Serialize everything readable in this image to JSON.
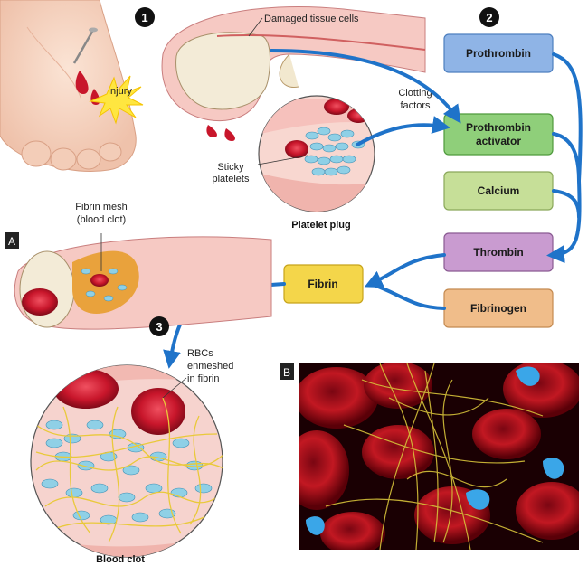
{
  "steps": {
    "one": "1",
    "two": "2",
    "three": "3"
  },
  "panels": {
    "a": "A",
    "b": "B"
  },
  "labels": {
    "damaged": "Damaged tissue cells",
    "injury": "Injury",
    "clotting_1": "Clotting",
    "clotting_2": "factors",
    "sticky_1": "Sticky",
    "sticky_2": "platelets",
    "platelet_plug": "Platelet plug",
    "fibrin_mesh_1": "Fibrin mesh",
    "fibrin_mesh_2": "(blood clot)",
    "rbcs_1": "RBCs",
    "rbcs_2": "enmeshed",
    "rbcs_3": "in fibrin",
    "blood_clot": "Blood clot"
  },
  "boxes": {
    "prothrombin": "Prothrombin",
    "activator_1": "Prothrombin",
    "activator_2": "activator",
    "calcium": "Calcium",
    "thrombin": "Thrombin",
    "fibrin": "Fibrin",
    "fibrinogen": "Fibrinogen"
  },
  "colors": {
    "prothrombin": "#8fb4e6",
    "activator": "#8fcf7a",
    "calcium": "#c6df98",
    "thrombin": "#c99bd0",
    "fibrin": "#f4d64a",
    "fibrinogen": "#f0bd8a",
    "arrow": "#1f73c9",
    "blood": "#c8162b",
    "platelet": "#8fd0e6",
    "fibrin_strand": "#e9c93a"
  }
}
